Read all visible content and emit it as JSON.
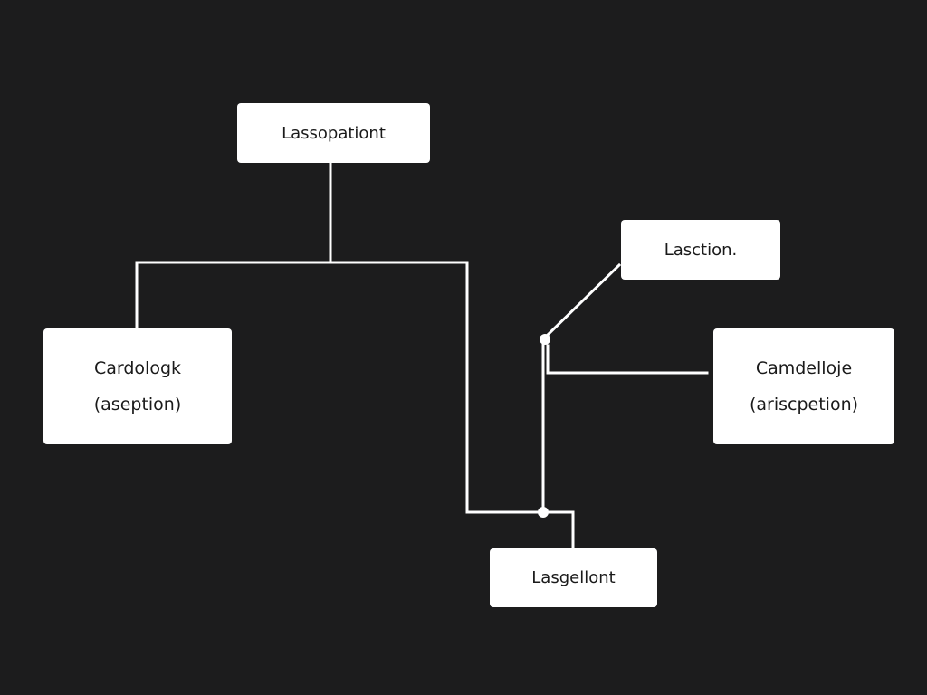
{
  "diagram": {
    "nodes": {
      "top": {
        "label": "Lassopationt"
      },
      "right_top": {
        "label": "Lasction."
      },
      "left": {
        "line1": "Cardologk",
        "line2": "(aseption)"
      },
      "right": {
        "line1": "Camdelloje",
        "line2": "(ariscpetion)"
      },
      "bottom": {
        "label": "Lasgellont"
      }
    },
    "colors": {
      "background": "#1c1c1d",
      "node_fill": "#ffffff",
      "connector": "#ffffff",
      "text": "#1a1a1a"
    }
  }
}
